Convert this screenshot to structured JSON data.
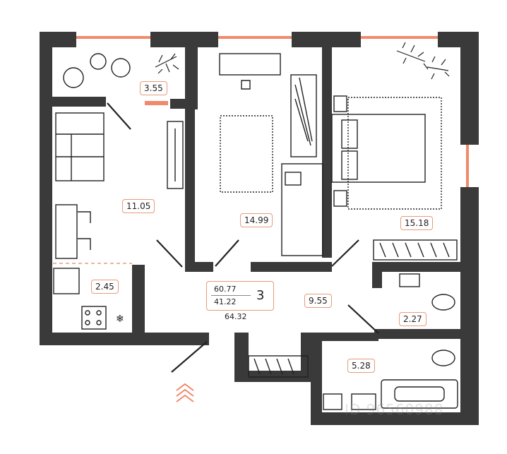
{
  "plan": {
    "rooms": [
      {
        "id": "balcony",
        "area": "3.55"
      },
      {
        "id": "living",
        "area": "11.05"
      },
      {
        "id": "kitchen",
        "area": "2.45"
      },
      {
        "id": "bedroom-middle",
        "area": "14.99"
      },
      {
        "id": "bedroom-master",
        "area": "15.18"
      },
      {
        "id": "hall",
        "area": "9.55"
      },
      {
        "id": "wc",
        "area": "2.27"
      },
      {
        "id": "bathroom",
        "area": "5.28"
      }
    ],
    "summary": {
      "living_area": "60.77",
      "apartment_area": "41.22",
      "rooms_count": "3",
      "total_area": "64.32"
    },
    "watermark": "ID 96560988",
    "colors": {
      "wall": "#3a3a3a",
      "window": "#f08a6a",
      "badge_border": "#e89b7b",
      "furniture": "#222222"
    },
    "icons": [
      "entrance-chevrons-icon",
      "stove-icon",
      "snowflake-icon",
      "plant-icon"
    ]
  }
}
